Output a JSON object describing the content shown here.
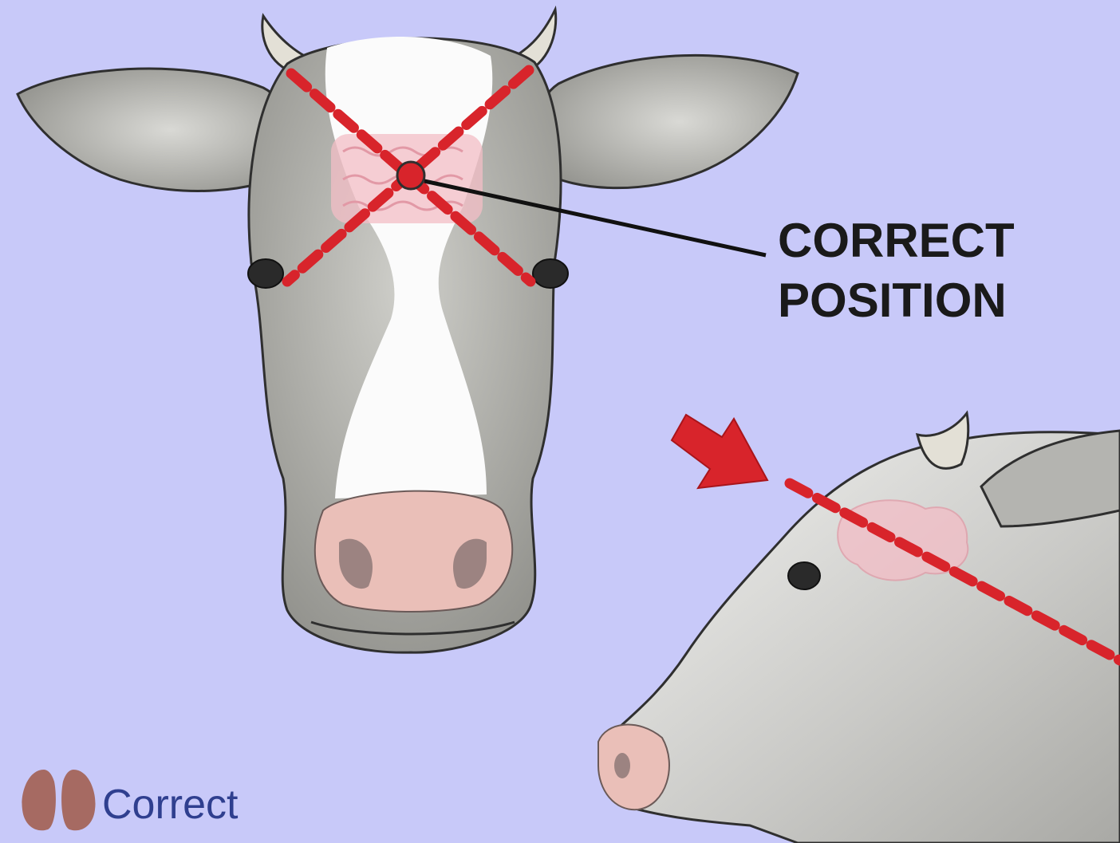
{
  "diagram": {
    "callout_line1": "CORRECT",
    "callout_line2": "POSITION",
    "legend_label": "Correct",
    "colors": {
      "background": "#c8c9f9",
      "marker_red": "#d8242b",
      "cow_fur": "#a7a7a2",
      "cow_white": "#fbfbfb",
      "outline": "#2f2f2f",
      "nose_pink": "#eabfb8",
      "brain_pink": "#f3bdc6",
      "legend_icon": "#a66a62",
      "legend_text": "#2f3f8f"
    },
    "icons": {
      "arrow": "red-arrow-icon",
      "hoof": "hoof-icon"
    }
  }
}
